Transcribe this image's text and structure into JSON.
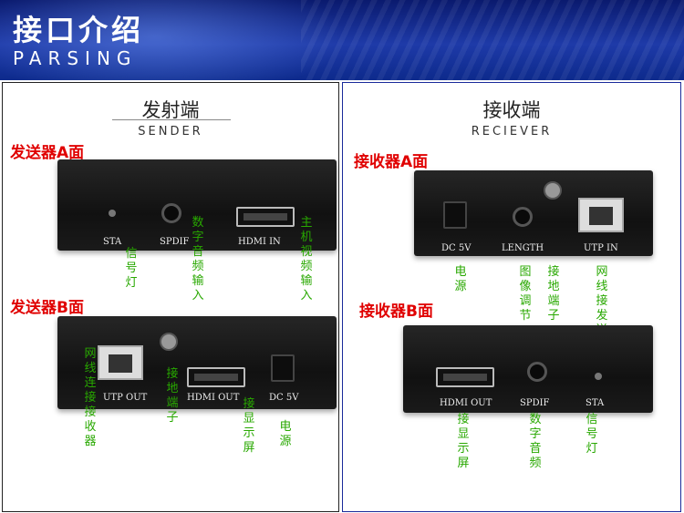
{
  "header": {
    "title": "接口介绍",
    "subtitle": "PARSING"
  },
  "sender": {
    "title": "发射端",
    "title_en": "SENDER",
    "faceA": "发送器A面",
    "faceB": "发送器B面",
    "a_ports": {
      "sta": "STA",
      "spdif": "SPDIF",
      "hdmi_in": "HDMI IN"
    },
    "a_notes": {
      "sta": "信号灯",
      "spdif": "数字音频输入",
      "hdmi_in": "主机视频输入"
    },
    "b_ports": {
      "utp_out": "UTP OUT",
      "hdmi_out": "HDMI OUT",
      "dc": "DC 5V"
    },
    "b_notes": {
      "utp_out": "网线连接接收器",
      "ground": "接地端子",
      "hdmi_out": "接显示屏",
      "dc": "电源"
    }
  },
  "receiver": {
    "title": "接收端",
    "title_en": "RECIEVER",
    "faceA": "接收器A面",
    "faceB": "接收器B面",
    "a_ports": {
      "dc": "DC 5V",
      "length": "LENGTH",
      "utp_in": "UTP IN"
    },
    "a_notes": {
      "dc": "电源",
      "length": "图像调节",
      "ground": "接地端子",
      "utp_in": "网线接发送器"
    },
    "b_ports": {
      "hdmi_out": "HDMI OUT",
      "spdif": "SPDIF",
      "sta": "STA"
    },
    "b_notes": {
      "hdmi_out": "接显示屏",
      "spdif": "数字音频",
      "sta": "信号灯"
    }
  }
}
